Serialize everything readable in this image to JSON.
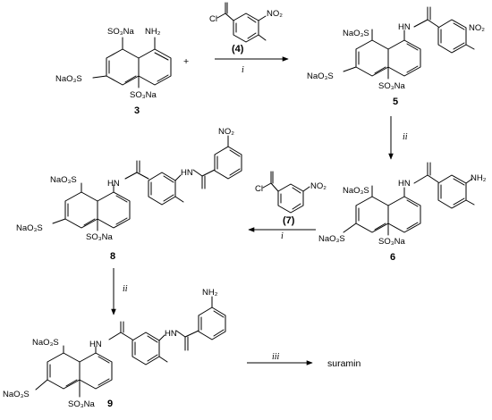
{
  "compounds": {
    "c3": {
      "number": "3",
      "labels": {
        "nh2": "NH₂",
        "so3na_top": "SO₃Na",
        "so3na_left": "NaO₃S",
        "so3na_bottom": "SO₃Na"
      }
    },
    "c4": {
      "number": "(4)",
      "labels": {
        "cl": "Cl",
        "no2": "NO₂"
      }
    },
    "c5": {
      "number": "5",
      "labels": {
        "so3na_top": "NaO₃S",
        "hn": "HN",
        "no2": "NO₂",
        "so3na_left": "NaO₃S",
        "so3na_bottom": "SO₃Na"
      }
    },
    "c6": {
      "number": "6",
      "labels": {
        "so3na_top": "NaO₃S",
        "hn": "HN",
        "nh2": "NH₂",
        "so3na_left": "NaO₃S",
        "so3na_bottom": "SO₃Na"
      }
    },
    "c7": {
      "number": "(7)",
      "labels": {
        "cl": "Cl",
        "no2": "NO₂"
      }
    },
    "c8": {
      "number": "8",
      "labels": {
        "so3na_top": "NaO₃S",
        "hn": "HN",
        "hn2": "HN",
        "no2": "NO₂",
        "so3na_left": "NaO₃S",
        "so3na_bottom": "SO₃Na"
      }
    },
    "c9": {
      "number": "9",
      "labels": {
        "so3na_top": "NaO₃S",
        "hn": "HN",
        "hn2": "HN",
        "nh2": "NH₂",
        "so3na_left": "NaO₃S",
        "so3na_bottom": "SO₃Na"
      }
    }
  },
  "plus": "+",
  "conditions": {
    "step1": "i",
    "step2": "ii",
    "step3": "i",
    "step4": "ii",
    "step5": "iii"
  },
  "product": "suramin"
}
